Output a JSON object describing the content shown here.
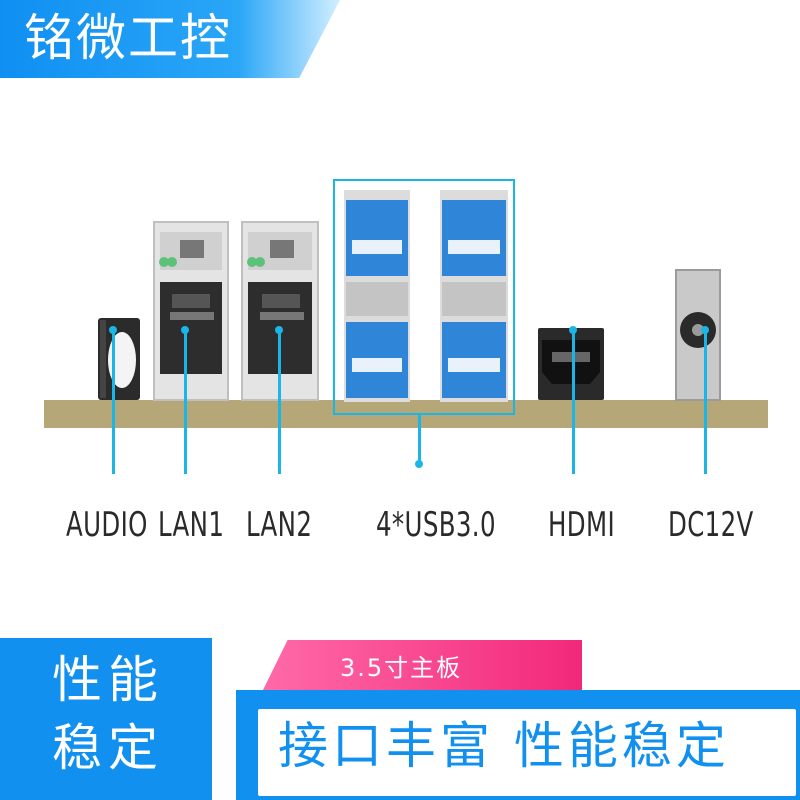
{
  "brand": {
    "title": "铭微工控"
  },
  "ports": [
    {
      "label": "AUDIO"
    },
    {
      "label": "LAN1"
    },
    {
      "label": "LAN2"
    },
    {
      "label": "4*USB3.0"
    },
    {
      "label": "HDMI"
    },
    {
      "label": "DC12V"
    }
  ],
  "footer": {
    "left_line1": "性能",
    "left_line2": "稳定",
    "tag": "3.5寸主板",
    "banner": "接口丰富 性能稳定"
  },
  "colors": {
    "accent": "#1190f0",
    "leader": "#1bb6e6",
    "tag_pink": "#f2287a",
    "usb_blue": "#2f86d8",
    "board": "#b5a778"
  }
}
